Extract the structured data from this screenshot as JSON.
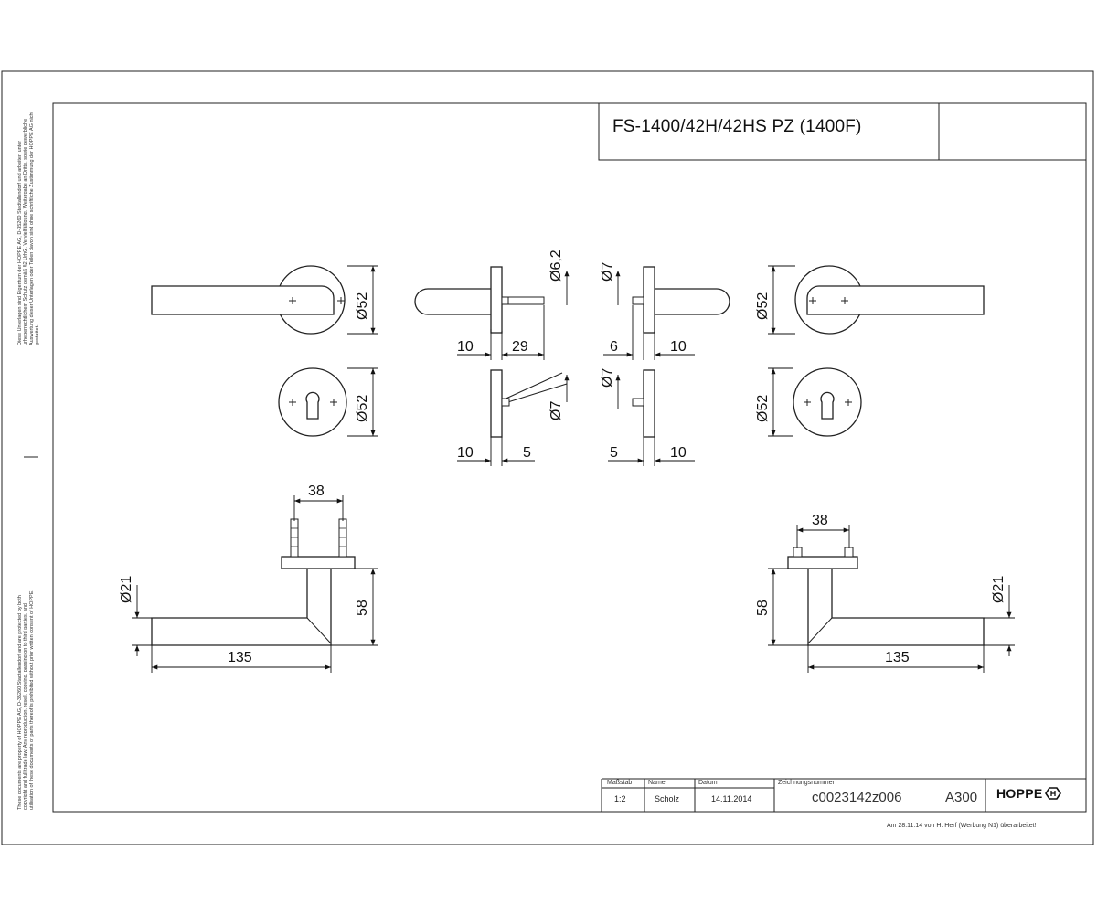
{
  "title": "FS-1400/42H/42HS PZ (1400F)",
  "side_note_de": "Diese Unterlagen sind Eigentum der HOPPE AG, D-35260 Stadtallendorf und arbeiten unter urheberrechtlichem Schutz gemäß §2 UrhG. Vervielfältigung, Weitergabe an Dritte, sowie gewerbliche Auswertung dieser Unterlagen oder Teilen davon sind ohne schriftliche Zustimmung der HOPPE AG nicht gestattet.",
  "side_note_en": "These documents are property of HOPPE AG, D-35260 Stadtallendorf and are protected by both copyright and full trade law. Any reproduction, resell, copying, passing on to third parties, and utilisation of these documents or parts thereof is prohibited without prior written consent of HOPPE.",
  "dimensions": {
    "d52": "Ø52",
    "d62": "Ø6,2",
    "d7": "Ø7",
    "d21": "Ø21",
    "n10": "10",
    "n29": "29",
    "n6": "6",
    "n5": "5",
    "n38": "38",
    "n58": "58",
    "n135": "135"
  },
  "title_block": {
    "scale_label": "Maßstab",
    "scale": "1:2",
    "name_label": "Name",
    "name": "Scholz",
    "date_label": "Datum",
    "date": "14.11.2014",
    "drawing_no_label": "Zeichnungsnummer",
    "drawing_no": "c0023142z006",
    "format": "A300",
    "brand": "HOPPE"
  },
  "footer_note": "Am 28.11.14 von H. Herf (Werbung N1) überarbeitet!"
}
